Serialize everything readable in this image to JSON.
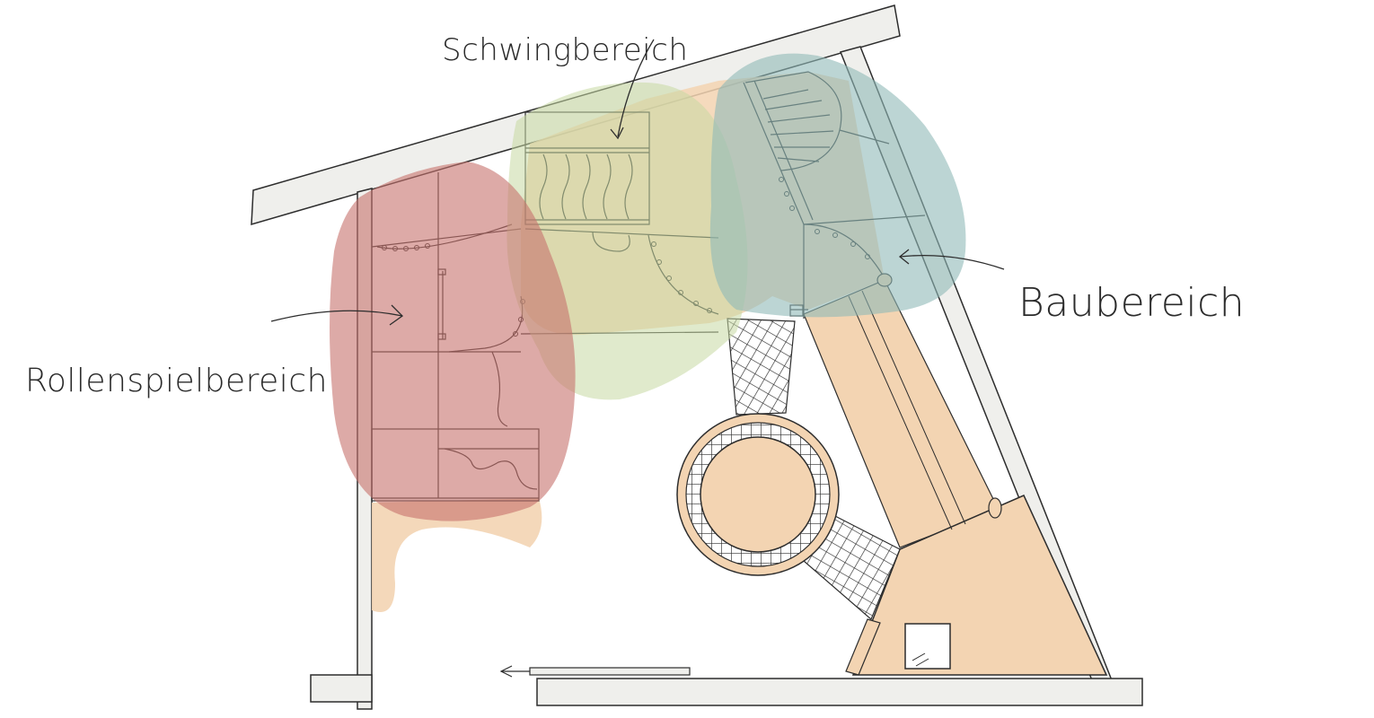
{
  "diagram": {
    "zones": [
      {
        "id": "swing",
        "label": "Schwingbereich",
        "color": "#c6d9a2"
      },
      {
        "id": "build",
        "label": "Baubereich",
        "color": "#8fb9b7"
      },
      {
        "id": "roleplay",
        "label": "Rollenspielbereich",
        "color": "#c7726c"
      }
    ],
    "colors": {
      "wood": "#f3d4b2",
      "wall": "#efefec",
      "ink": "#2d2d2d"
    }
  }
}
